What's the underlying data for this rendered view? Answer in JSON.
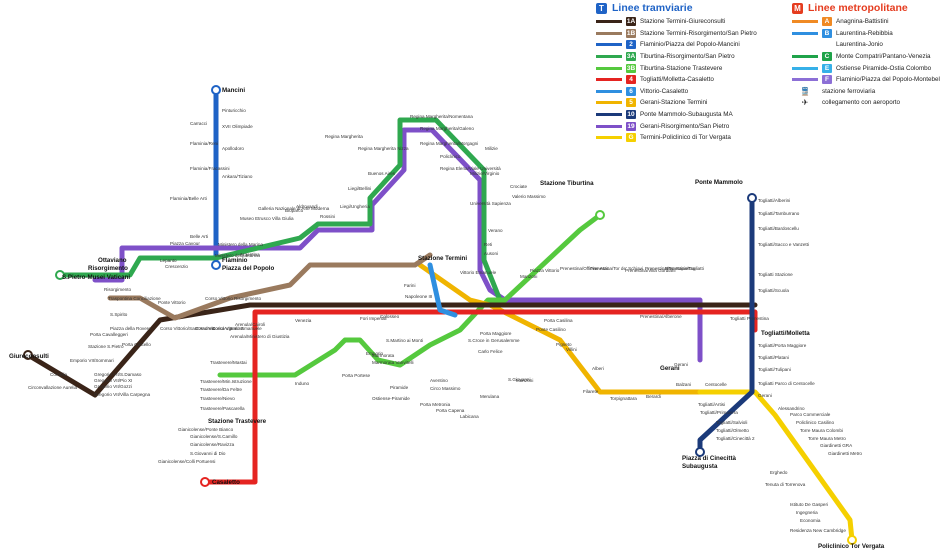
{
  "legend_tram": {
    "title": "Linee tramviarie",
    "title_badge": "T",
    "items": [
      {
        "num": "1A",
        "color": "#3a2418",
        "text": "Stazione Termini-Giureconsulti"
      },
      {
        "num": "1B",
        "color": "#9a7a5e",
        "text": "Stazione Termini-Risorgimento/San Pietro"
      },
      {
        "num": "2",
        "color": "#1f63c6",
        "text": "Flaminio/Piazza del Popolo-Mancini"
      },
      {
        "num": "3A",
        "color": "#2fa84f",
        "text": "Tiburtina-Risorgimento/San Pietro"
      },
      {
        "num": "3B",
        "color": "#55c93e",
        "text": "Tiburtina-Stazione Trastevere"
      },
      {
        "num": "4",
        "color": "#e52421",
        "text": "Togliatti/Molletta-Casaletto"
      },
      {
        "num": "6",
        "color": "#2f8fe0",
        "text": "Vittorio-Casaletto"
      },
      {
        "num": "5",
        "color": "#f0b400",
        "text": "Gerani-Stazione Termini"
      },
      {
        "num": "10",
        "color": "#1b3a7a",
        "text": "Ponte Mammolo-Subaugusta MA"
      },
      {
        "num": "19",
        "color": "#7e50c8",
        "text": "Gerani-Risorgimento/San Pietro"
      },
      {
        "num": "G",
        "color": "#f5d000",
        "text": "Termini-Policlinico di Tor Vergata"
      }
    ]
  },
  "legend_metro": {
    "title": "Linee metropolitane",
    "title_badge": "M",
    "items": [
      {
        "num": "A",
        "color": "#f08a24",
        "text": "Anagnina-Battistini"
      },
      {
        "num": "B",
        "color": "#2f8fe0",
        "text": "Laurentina-Rebibbia"
      },
      {
        "num": "",
        "color": "",
        "text": "Laurentina-Jonio"
      },
      {
        "num": "C",
        "color": "#1fa34a",
        "text": "Monte Compatri/Pantano-Venezia"
      },
      {
        "num": "E",
        "color": "#36b0e8",
        "text": "Ostiense Piramide-Ostia Colombo"
      },
      {
        "num": "F",
        "color": "#8c6fd6",
        "text": "Flaminio/Piazza del Popolo-Montebello"
      }
    ],
    "symbols": [
      {
        "icon": "train-icon",
        "glyph": "🚆",
        "text": "stazione ferroviaria"
      },
      {
        "icon": "airplane-icon",
        "glyph": "✈",
        "text": "collegamento con aeroporto"
      }
    ]
  },
  "terminals": {
    "mancini": "Mancini",
    "flaminio": "Flaminio",
    "piazza_popolo": "Piazza del Popolo",
    "ottaviano": "Ottaviano",
    "risorgimento": "Risorgimento",
    "s_pietro_musei": "S.Pietro-Musei Vaticani",
    "giureconsulti": "Giureconsulti",
    "stazione_termini": "Stazione Termini",
    "stazione_tiburtina": "Stazione Tiburtina",
    "ponte_mammolo": "Ponte Mammolo",
    "togliatti_molletta": "Togliatti/Molletta",
    "piazza_cinecitta": "Piazza di Cinecittà",
    "subaugusta": "Subaugusta",
    "policlinico_tor_vergata": "Policlinico Tor Vergata",
    "casaletto": "Casaletto",
    "stazione_trastevere": "Stazione Trastevere",
    "gerani": "Gerani"
  },
  "stops_line2": [
    "Pinturicchio",
    "XVII Olimpiade",
    "Apollodoro",
    "Ankara/Tiziano",
    "Flaminia/Belle Arti",
    "Carracci",
    "Flaminia/Reni",
    "Flaminia/Fracassini"
  ],
  "stops_north": [
    "Belle Arti",
    "Ministero della Marina",
    "Museo Etrusco Villa Giulia",
    "Galleria Nazionale di Arte Moderna",
    "Bioparco",
    "Aldrovandi",
    "Rossini",
    "Liegi/Ungheria",
    "Liegi/Bellini",
    "Buenos Aires",
    "Regina Margherita Nizza",
    "Regina Margherita",
    "Regina Margherita/Morgagni",
    "Regina Margherita/Nomentana",
    "Regina Margherita/Galeno",
    "Regina Elena/Viale Università",
    "Policlinico",
    "Università Sapienza",
    "Verano",
    "Reti",
    "Ausoni",
    "Crociate",
    "Valerio Massimo",
    "Milizie",
    "Milizie/Virginio"
  ],
  "stops_centre": [
    "Argentina",
    "Lepanto",
    "Piazza Cavour",
    "Risorgimento",
    "S.Spirito",
    "Porta Cavalleggeri",
    "Stazione S.Pietro",
    "Emporio VII/Sommari",
    "Gregorio VII/S.Damaso",
    "Gregorio VII/Pio XI",
    "Gregorio VII/Gozzi",
    "Gregorio VII/Villa Carpegna",
    "Crescenzio",
    "Traspontina Conciliazione",
    "Piazza della Rovere",
    "Ponte Vittorio",
    "Corso Vittorio Risorgimento",
    "Corso Vittorio/Argentina",
    "Corso Vittorio Emanuele",
    "Corso Vittorio/Sant'Andrea",
    "Ministero della Marina",
    "Arenula/Ministero di Giustizia",
    "Arenula/Cairoli",
    "Venezia",
    "Fori Imperiali",
    "Colosseo",
    "S.Martino ai Monti",
    "Napoleone III",
    "Farini",
    "Vittorio Emanuele",
    "Manzoni",
    "Porta Maggiore",
    "Piazza Vittorio",
    "Prenestina/Officine Atac",
    "Prenestina/Tor de' Schiavi",
    "Prenestina/Villa Gordiani",
    "Prenestina/Tor Sapienza",
    "Prenestina/Togliatti",
    "Circonvallazione Aurelia",
    "Cornelia",
    "Porta Castello"
  ],
  "stops_south": [
    "Trastevere/Mastai",
    "Trastevere/Min.Istruzione",
    "Trastevere/Da Feltre",
    "Trastevere/Nievo",
    "Trastevere/Pascarella",
    "Gianicolense/Ponte Bianco",
    "Gianicolense/S.Camillo",
    "Gianicolense/Ravizza",
    "S.Giovanni di Dio",
    "Gianicolense/Colli Portuensi",
    "Induno",
    "Porta Portese",
    "Emporio",
    "Marmorata",
    "Marmorata Vanvitelli",
    "Piramide",
    "Ostiense-Piramide",
    "Aventino",
    "Circo Massimo",
    "Porta Metronia",
    "Porta Capena",
    "S.Croce in Gerusalemme",
    "Carlo Felice",
    "Manzoni",
    "S.Giovanni",
    "Merulana",
    "Labicana",
    "Pigneto",
    "Porta Casilina",
    "Villini",
    "Alberi",
    "Filarete",
    "Torpignattara",
    "Berardi",
    "Balzani",
    "Centocelle",
    "Gerani",
    "Prenestina/Alberone",
    "Ponte Casilino"
  ],
  "stops_east": [
    "Togliatti/Alberini",
    "Togliatti/Tamburrano",
    "Togliatti/Bardoscellu",
    "Togliatti/Sacco e Vanzetti",
    "Togliatti Stazione",
    "Togliatti/Scuola",
    "Togliatti Prenestina",
    "Togliatti/Porta Maggiore",
    "Togliatti/Platani",
    "Togliatti/Tulipani",
    "Togliatti Parco di Centocelle",
    "Gerani",
    "Alessandrino",
    "Parco Commerciale",
    "Policlinico Casilino",
    "Torre Maura Colombi",
    "Torre Maura Metro",
    "Giardinetti GRA",
    "Giardinetti Metro",
    "Togliatti/Artisi",
    "Togliatti/Primavera",
    "Togliatti/Salvioli",
    "Togliatti/Olmetto",
    "Togliatti/Cinecittà 2",
    "Erghedo",
    "Tenuta di Torrenova",
    "Istituto De Gasperi",
    "Ingegneria",
    "Economia",
    "Residenza New Cambridge"
  ]
}
